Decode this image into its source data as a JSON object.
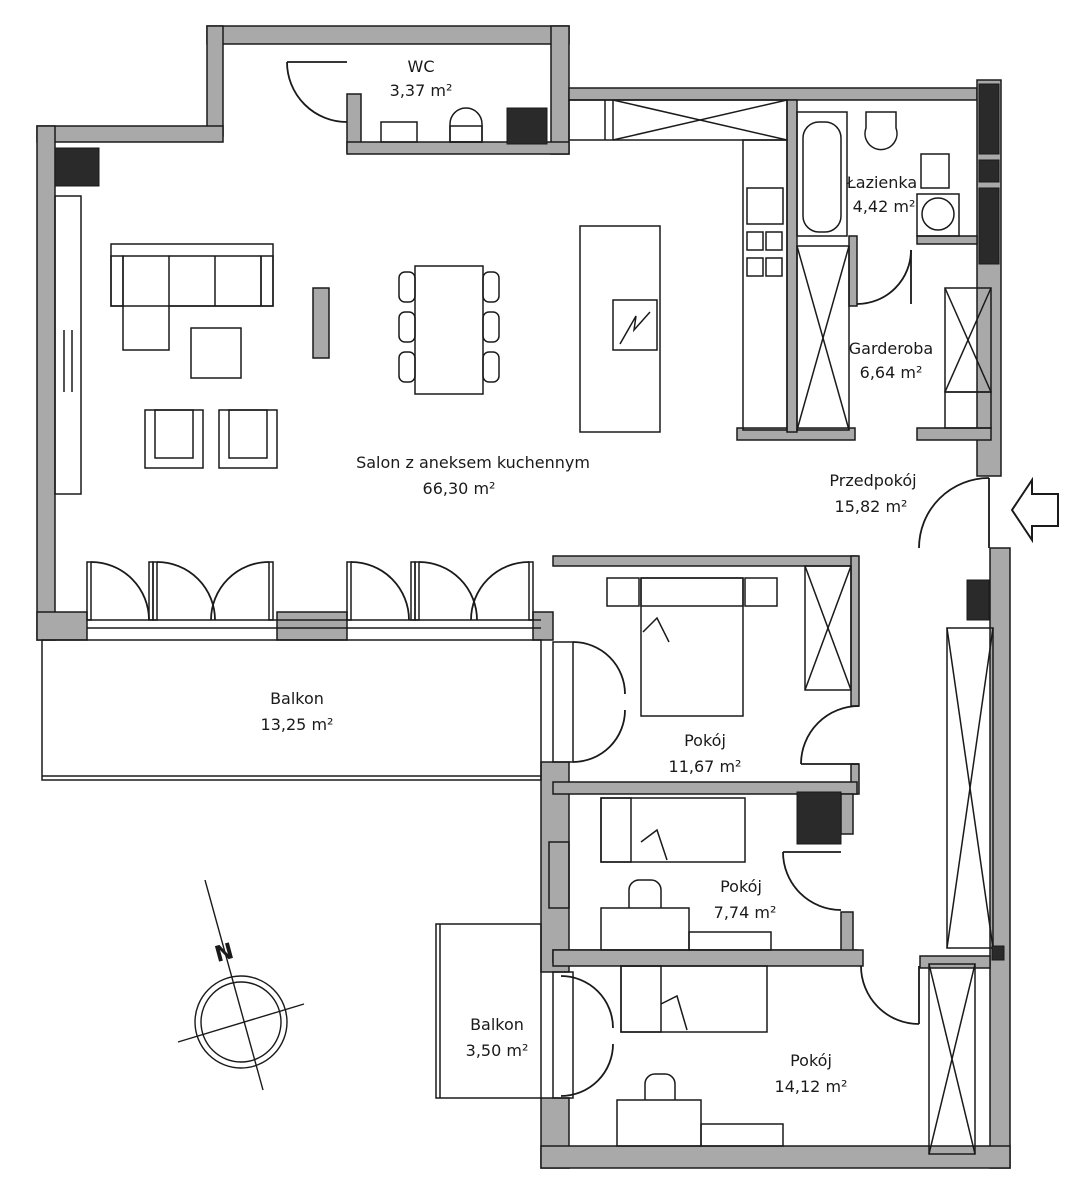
{
  "rooms": {
    "wc": {
      "name": "WC",
      "area": "3,37 m²"
    },
    "lazienka": {
      "name": "Łazienka",
      "area": "4,42 m²"
    },
    "garderoba": {
      "name": "Garderoba",
      "area": "6,64 m²"
    },
    "salon": {
      "name": "Salon z aneksem kuchennym",
      "area": "66,30 m²"
    },
    "przedpokoj": {
      "name": "Przedpokój",
      "area": "15,82 m²"
    },
    "balkon1": {
      "name": "Balkon",
      "area": "13,25 m²"
    },
    "pokoj1": {
      "name": "Pokój",
      "area": "11,67 m²"
    },
    "pokoj2": {
      "name": "Pokój",
      "area": "7,74 m²"
    },
    "balkon2": {
      "name": "Balkon",
      "area": "3,50 m²"
    },
    "pokoj3": {
      "name": "Pokój",
      "area": "14,12 m²"
    }
  },
  "compass": {
    "label": "N"
  },
  "colors": {
    "wall": "#a9a9a9",
    "wall_outline": "#1a1a1a",
    "shaft": "#2a2a2a",
    "furniture": "#1a1a1a"
  },
  "icons": {
    "entrance": "arrow-left-icon",
    "compass": "compass-icon"
  }
}
